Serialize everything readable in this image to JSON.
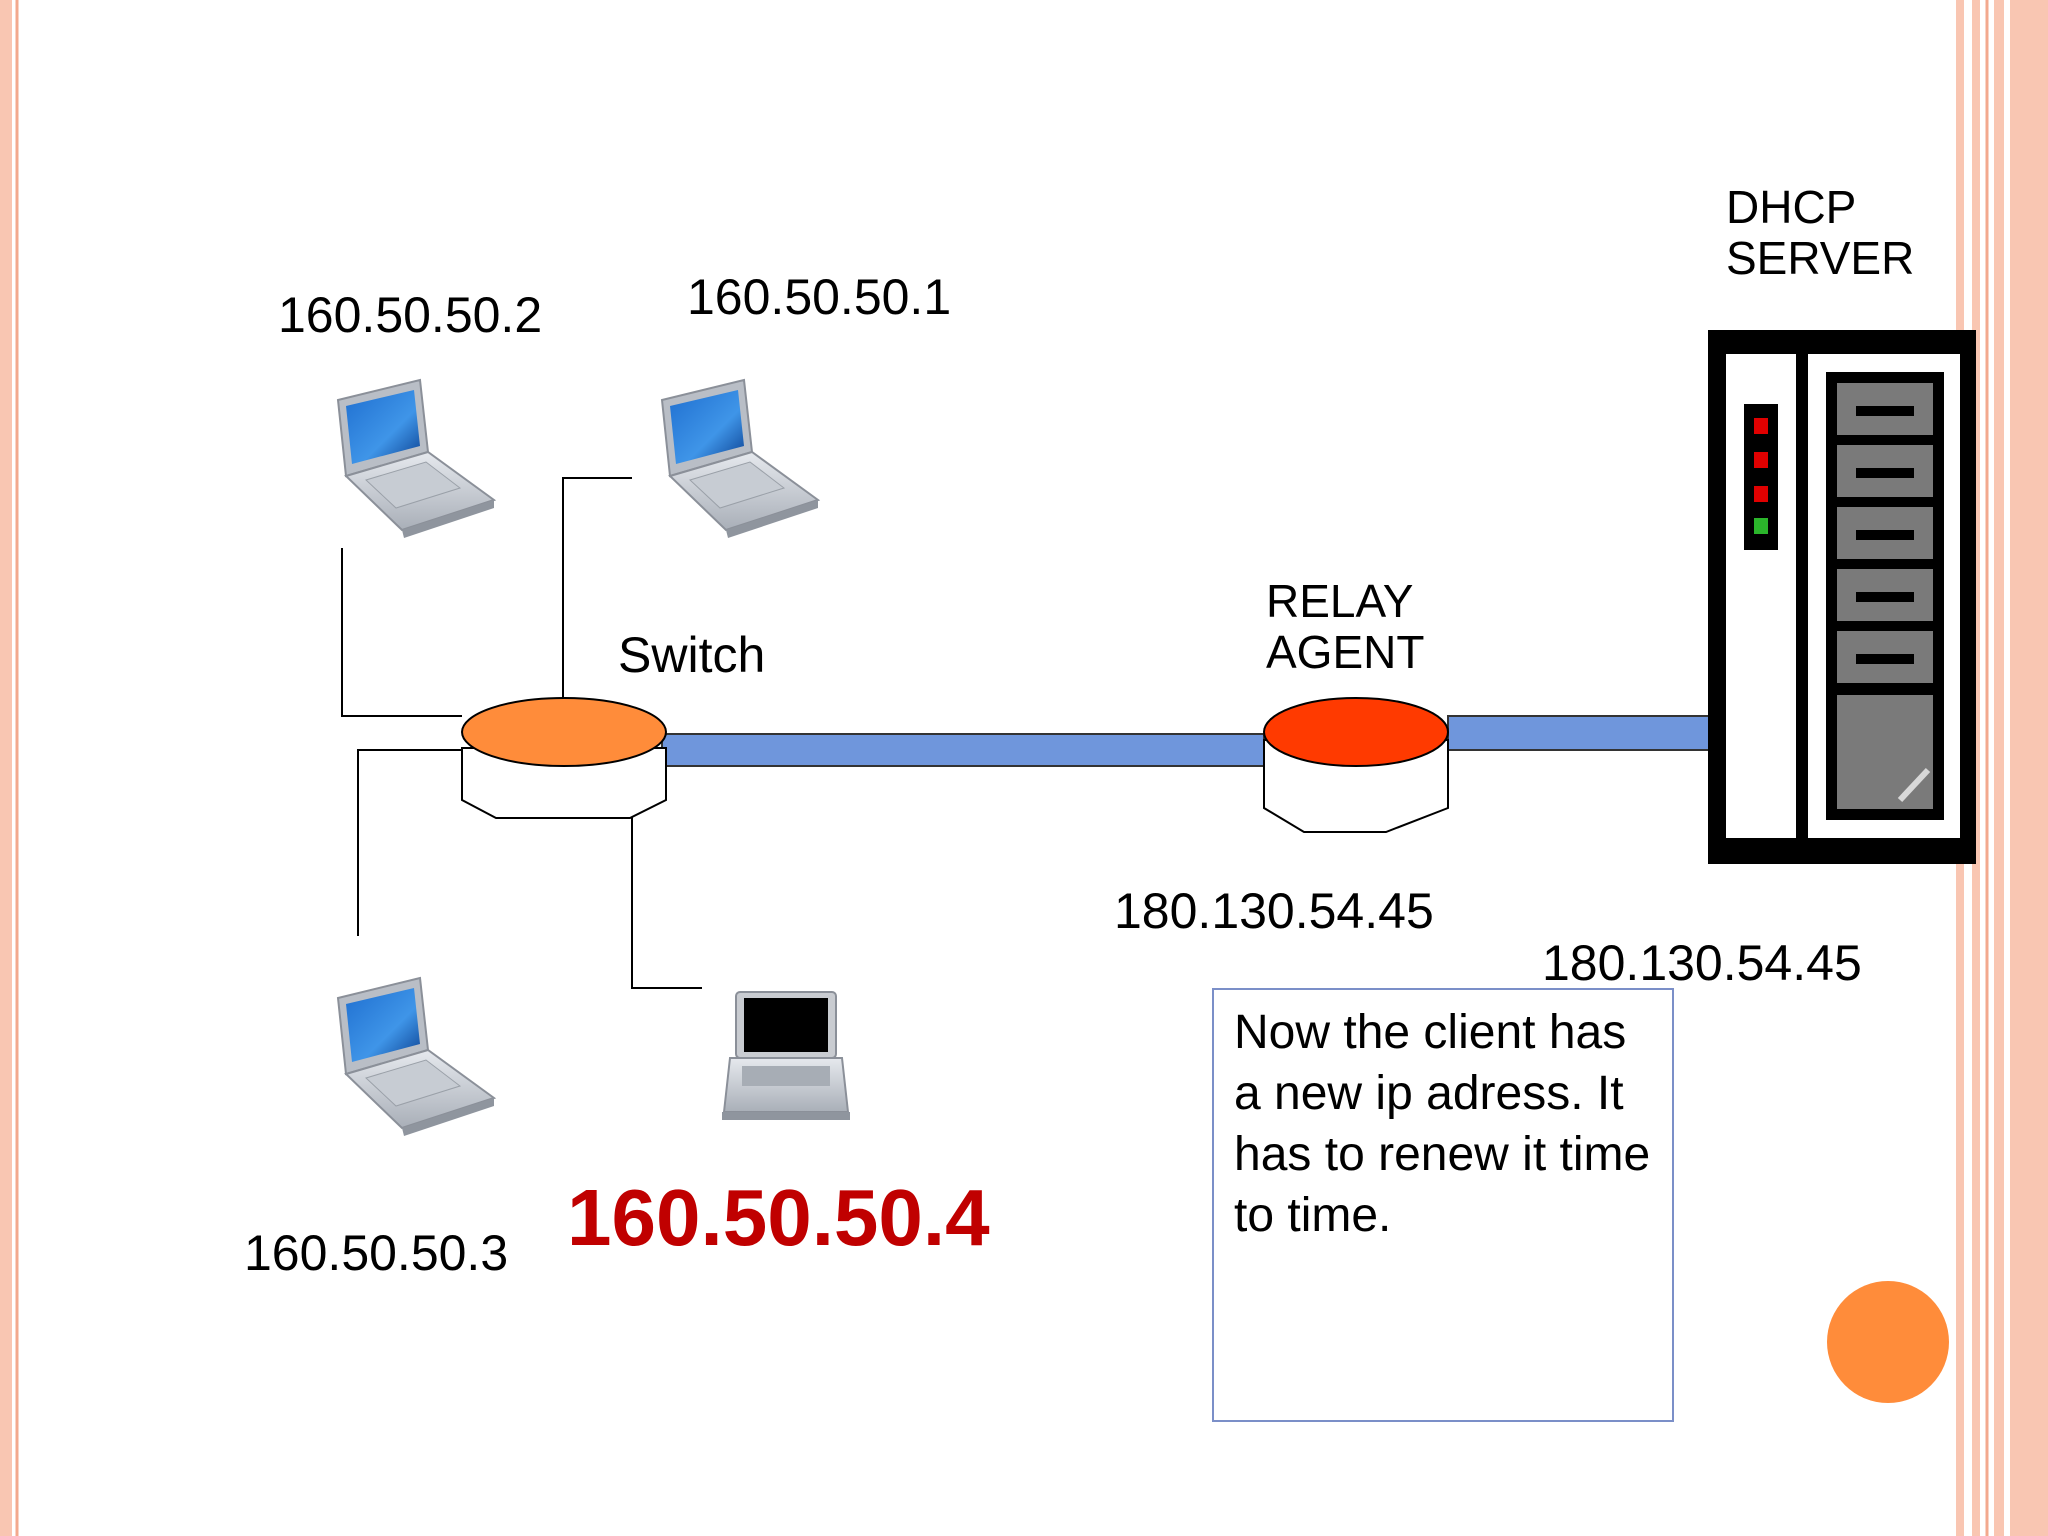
{
  "nodes": {
    "client_top_left": {
      "ip": "160.50.50.2"
    },
    "client_top_right": {
      "ip": "160.50.50.1"
    },
    "client_bottom_left": {
      "ip": "160.50.50.3"
    },
    "client_new": {
      "ip": "160.50.50.4"
    },
    "switch": {
      "label": "Switch"
    },
    "relay_agent": {
      "label_line1": "RELAY",
      "label_line2": "AGENT",
      "ip": "180.130.54.45"
    },
    "dhcp_server": {
      "label_line1": "DHCP",
      "label_line2": "SERVER",
      "ip": "180.130.54.45"
    }
  },
  "note": {
    "text": "Now the client has a new ip adress. It has to renew it time to time."
  },
  "colors": {
    "switch_top": "#ff8c3a",
    "relay_top": "#ff3a00",
    "link": "#6f96dc",
    "new_ip": "#c00000",
    "slide_border": "#f9c6b2",
    "accent_circle": "#ff8c3a",
    "note_border": "#7b8fc8"
  },
  "icons": [
    "laptop-icon",
    "server-icon",
    "switch-icon",
    "router-icon"
  ]
}
